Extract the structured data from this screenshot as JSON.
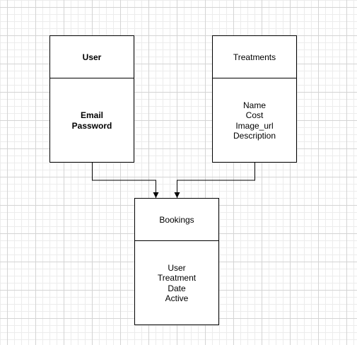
{
  "entities": {
    "user": {
      "title": "User",
      "fields": [
        "Email",
        "Password"
      ]
    },
    "treatments": {
      "title": "Treatments",
      "fields": [
        "Name",
        "Cost",
        "Image_url",
        "Description"
      ]
    },
    "bookings": {
      "title": "Bookings",
      "fields": [
        "User",
        "Treatment",
        "Date",
        "Active"
      ]
    }
  },
  "relations": [
    {
      "from": "user",
      "to": "bookings"
    },
    {
      "from": "treatments",
      "to": "bookings"
    }
  ],
  "colors": {
    "stroke": "#000000",
    "grid_major": "#d4d4d4",
    "grid_minor": "#ececec",
    "background": "#ffffff"
  }
}
